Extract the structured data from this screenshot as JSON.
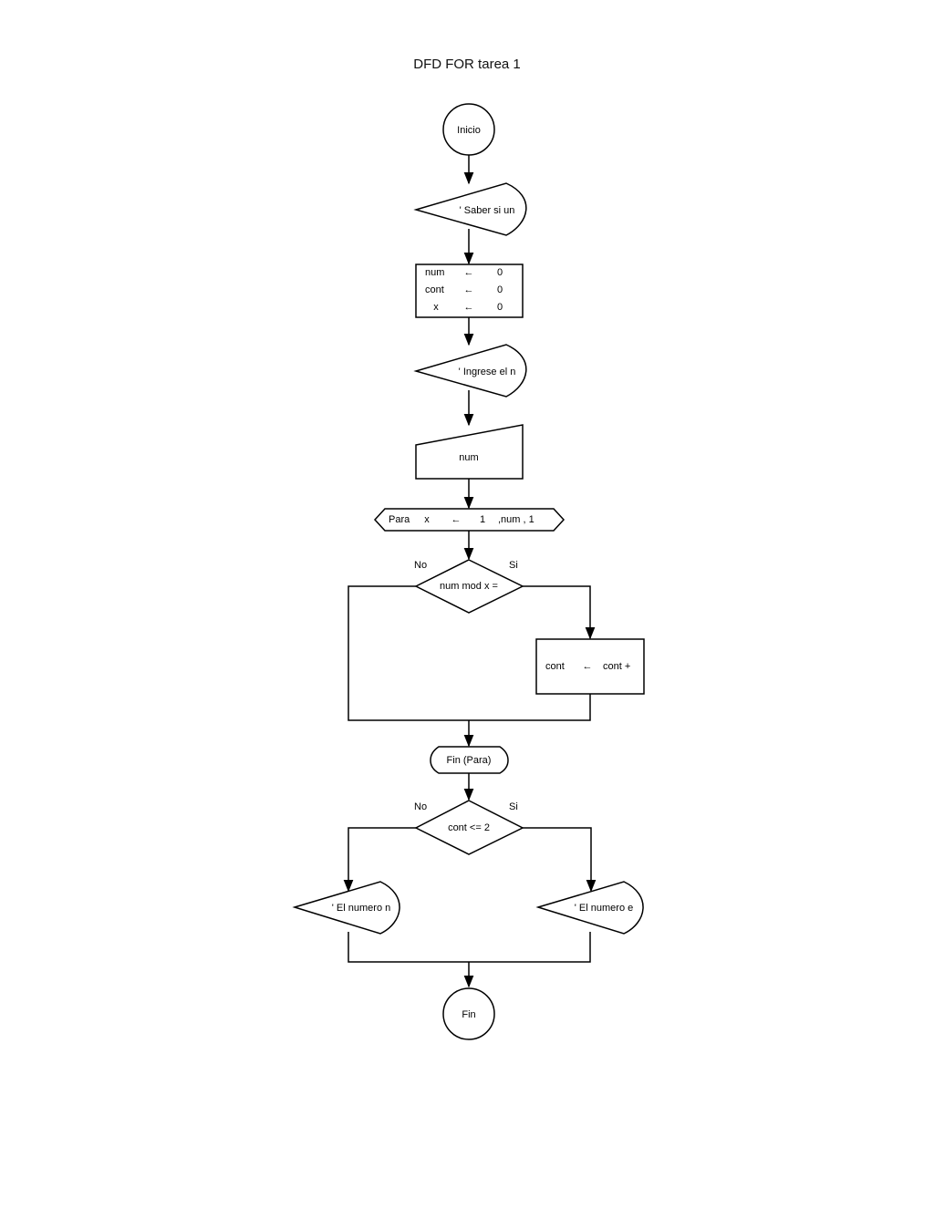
{
  "document": {
    "title": "DFD FOR tarea 1"
  },
  "flowchart": {
    "start": "Inicio",
    "output_intro": "' Saber si un",
    "assignments": [
      {
        "var": "num",
        "arrow": "←",
        "value": "0"
      },
      {
        "var": "cont",
        "arrow": "←",
        "value": "0"
      },
      {
        "var": "x",
        "arrow": "←",
        "value": "0"
      }
    ],
    "output_prompt": "' Ingrese el n",
    "input": "num",
    "loop": {
      "keyword": "Para",
      "var": "x",
      "arrow": "←",
      "start": "1",
      "rest": ",num , 1"
    },
    "decision1": {
      "condition": "num mod x =",
      "no": "No",
      "yes": "Si"
    },
    "increment": {
      "var": "cont",
      "arrow": "←",
      "expr": "cont +"
    },
    "loop_end": "Fin (Para)",
    "decision2": {
      "condition": "cont <= 2",
      "no": "No",
      "yes": "Si"
    },
    "output_no": "' El numero n",
    "output_yes": "' El numero e",
    "end": "Fin"
  }
}
